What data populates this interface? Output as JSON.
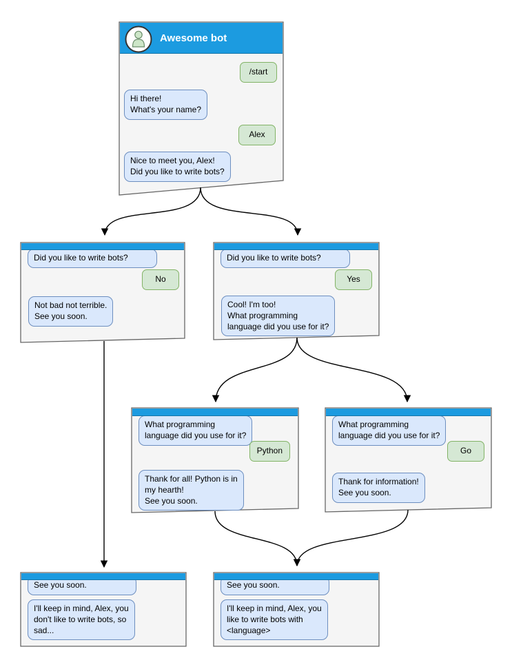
{
  "diagram": {
    "kind": "chatbot-conversation-flowchart",
    "colors": {
      "window_header": "#1c9be0",
      "window_background": "#f5f5f5",
      "window_border": "#666666",
      "bot_bubble_fill": "#dae8fc",
      "bot_bubble_border": "#6c8ebf",
      "user_bubble_fill": "#d5e8d4",
      "user_bubble_border": "#82b366",
      "connector": "#000000",
      "title_text": "#ffffff"
    },
    "nodes": [
      {
        "id": "root",
        "title": "Awesome bot",
        "avatar_icon": "person-icon",
        "messages": [
          {
            "from": "user",
            "text": "/start"
          },
          {
            "from": "bot",
            "text": "Hi there!\nWhat's your name?"
          },
          {
            "from": "user",
            "text": "Alex"
          },
          {
            "from": "bot",
            "text": "Nice to meet you, Alex!\nDid you like to write bots?"
          }
        ]
      },
      {
        "id": "branch-no",
        "messages": [
          {
            "from": "bot",
            "text": "Did you like to write bots?"
          },
          {
            "from": "user",
            "text": "No"
          },
          {
            "from": "bot",
            "text": "Not bad not terrible.\nSee you soon."
          }
        ]
      },
      {
        "id": "branch-yes",
        "messages": [
          {
            "from": "bot",
            "text": "Did you like to write bots?"
          },
          {
            "from": "user",
            "text": "Yes"
          },
          {
            "from": "bot",
            "text": "Cool! I'm too!\nWhat programming\nlanguage did you use for it?"
          }
        ]
      },
      {
        "id": "branch-python",
        "messages": [
          {
            "from": "bot",
            "text": "What programming\nlanguage did you use for it?"
          },
          {
            "from": "user",
            "text": "Python"
          },
          {
            "from": "bot",
            "text": "Thank for all! Python is in\nmy hearth!\nSee you soon."
          }
        ]
      },
      {
        "id": "branch-go",
        "messages": [
          {
            "from": "bot",
            "text": "What programming\nlanguage did you use for it?"
          },
          {
            "from": "user",
            "text": "Go"
          },
          {
            "from": "bot",
            "text": "Thank for information!\nSee you soon."
          }
        ]
      },
      {
        "id": "end-no",
        "messages": [
          {
            "from": "bot",
            "text": "See you soon."
          },
          {
            "from": "bot",
            "text": "I'll keep in mind, Alex, you\ndon't like to write bots, so\nsad..."
          }
        ]
      },
      {
        "id": "end-yes",
        "messages": [
          {
            "from": "bot",
            "text": "See you soon."
          },
          {
            "from": "bot",
            "text": "I'll keep in mind, Alex, you\nlike to write bots with\n<language>"
          }
        ]
      }
    ],
    "edges": [
      {
        "from": "root",
        "to": "branch-no"
      },
      {
        "from": "root",
        "to": "branch-yes"
      },
      {
        "from": "branch-no",
        "to": "end-no"
      },
      {
        "from": "branch-yes",
        "to": "branch-python"
      },
      {
        "from": "branch-yes",
        "to": "branch-go"
      },
      {
        "from": "branch-python",
        "to": "end-yes"
      },
      {
        "from": "branch-go",
        "to": "end-yes"
      }
    ]
  }
}
